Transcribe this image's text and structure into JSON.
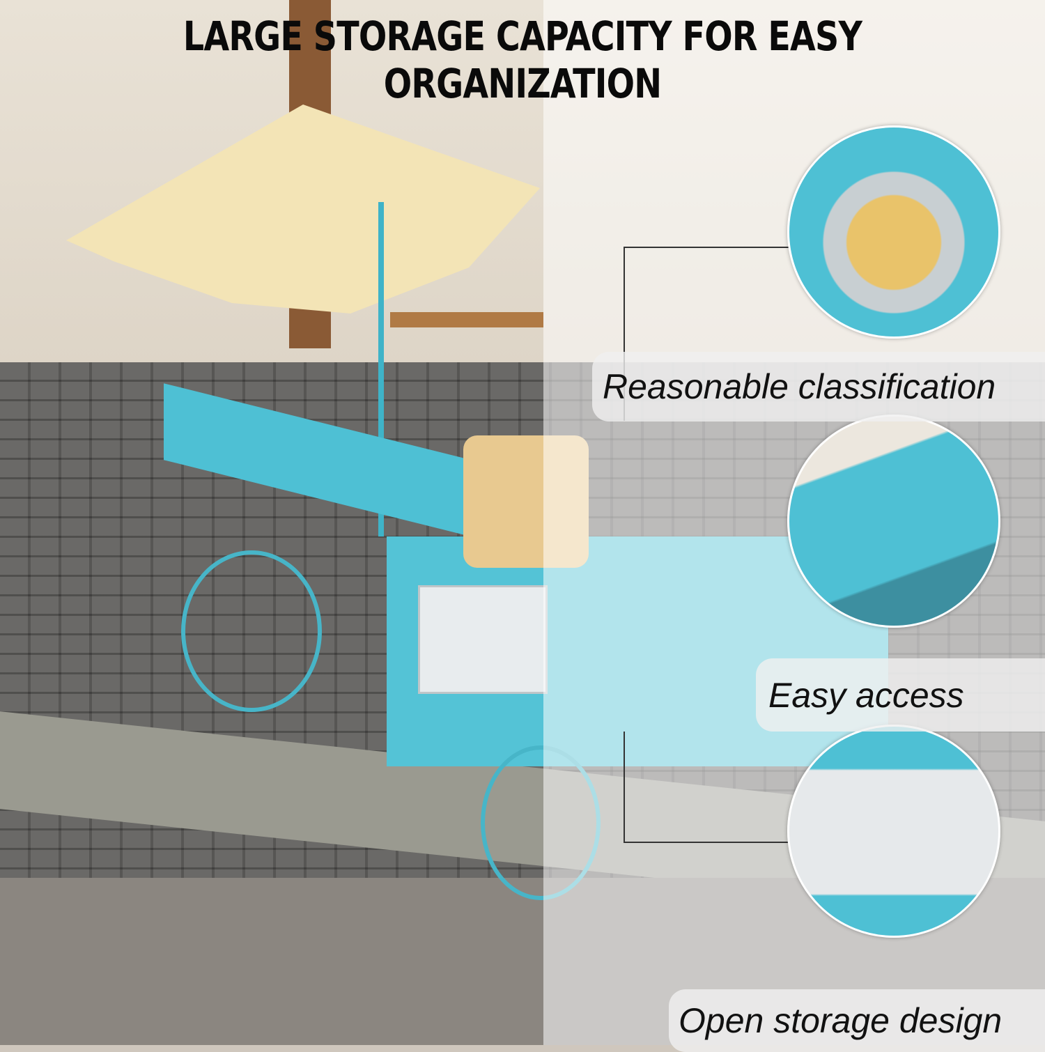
{
  "title": "LARGE STORAGE CAPACITY FOR EASY ORGANIZATION",
  "features": [
    {
      "label": "Reasonable classification"
    },
    {
      "label": "Easy access"
    },
    {
      "label": "Open storage design"
    }
  ],
  "colors": {
    "cart": "#4ec0d4",
    "umbrella": "#f3e4b6",
    "title": "#0a0a0a"
  }
}
